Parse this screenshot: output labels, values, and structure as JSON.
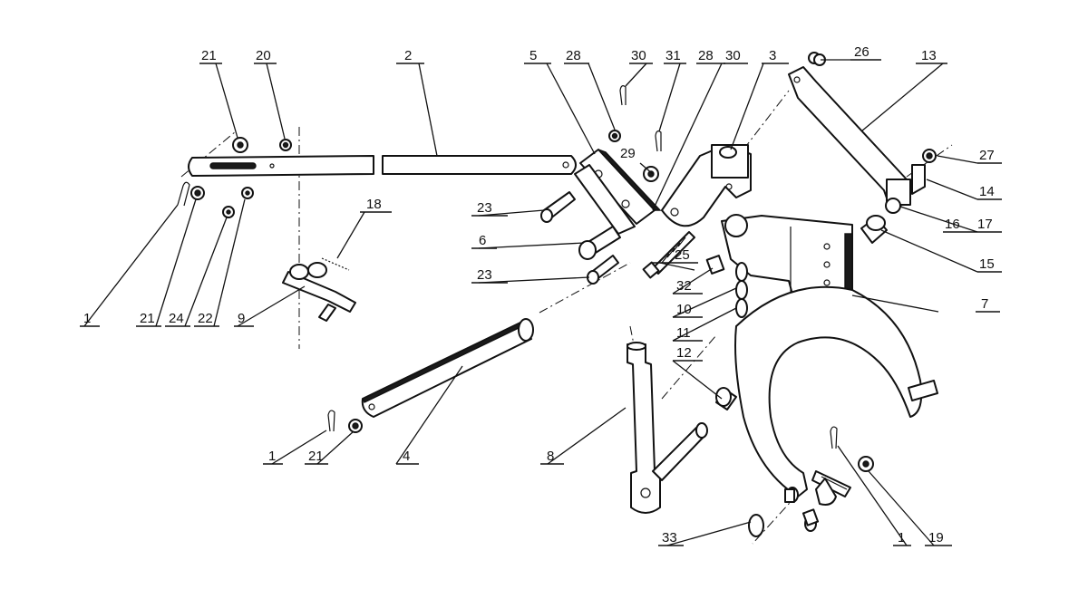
{
  "labels": [
    {
      "id": "l1a",
      "text": "1"
    },
    {
      "id": "l21a",
      "text": "21"
    },
    {
      "id": "l20",
      "text": "20"
    },
    {
      "id": "l2",
      "text": "2"
    },
    {
      "id": "l5",
      "text": "5"
    },
    {
      "id": "l28a",
      "text": "28"
    },
    {
      "id": "l30a",
      "text": "30"
    },
    {
      "id": "l31",
      "text": "31"
    },
    {
      "id": "l28b",
      "text": "28"
    },
    {
      "id": "l30b",
      "text": "30"
    },
    {
      "id": "l3",
      "text": "3"
    },
    {
      "id": "l26",
      "text": "26"
    },
    {
      "id": "l13",
      "text": "13"
    },
    {
      "id": "l27",
      "text": "27"
    },
    {
      "id": "l14",
      "text": "14"
    },
    {
      "id": "l16",
      "text": "16"
    },
    {
      "id": "l17",
      "text": "17"
    },
    {
      "id": "l15",
      "text": "15"
    },
    {
      "id": "l29",
      "text": "29"
    },
    {
      "id": "l23a",
      "text": "23"
    },
    {
      "id": "l6",
      "text": "6"
    },
    {
      "id": "l25",
      "text": "25"
    },
    {
      "id": "l23b",
      "text": "23"
    },
    {
      "id": "l32",
      "text": "32"
    },
    {
      "id": "l10",
      "text": "10"
    },
    {
      "id": "l11",
      "text": "11"
    },
    {
      "id": "l12",
      "text": "12"
    },
    {
      "id": "l7",
      "text": "7"
    },
    {
      "id": "l18",
      "text": "18"
    },
    {
      "id": "l9",
      "text": "9"
    },
    {
      "id": "l21b",
      "text": "21"
    },
    {
      "id": "l24",
      "text": "24"
    },
    {
      "id": "l22",
      "text": "22"
    },
    {
      "id": "l1b",
      "text": "1"
    },
    {
      "id": "l21c",
      "text": "21"
    },
    {
      "id": "l4",
      "text": "4"
    },
    {
      "id": "l8",
      "text": "8"
    },
    {
      "id": "l33",
      "text": "33"
    },
    {
      "id": "l1c",
      "text": "1"
    },
    {
      "id": "l19",
      "text": "19"
    }
  ]
}
